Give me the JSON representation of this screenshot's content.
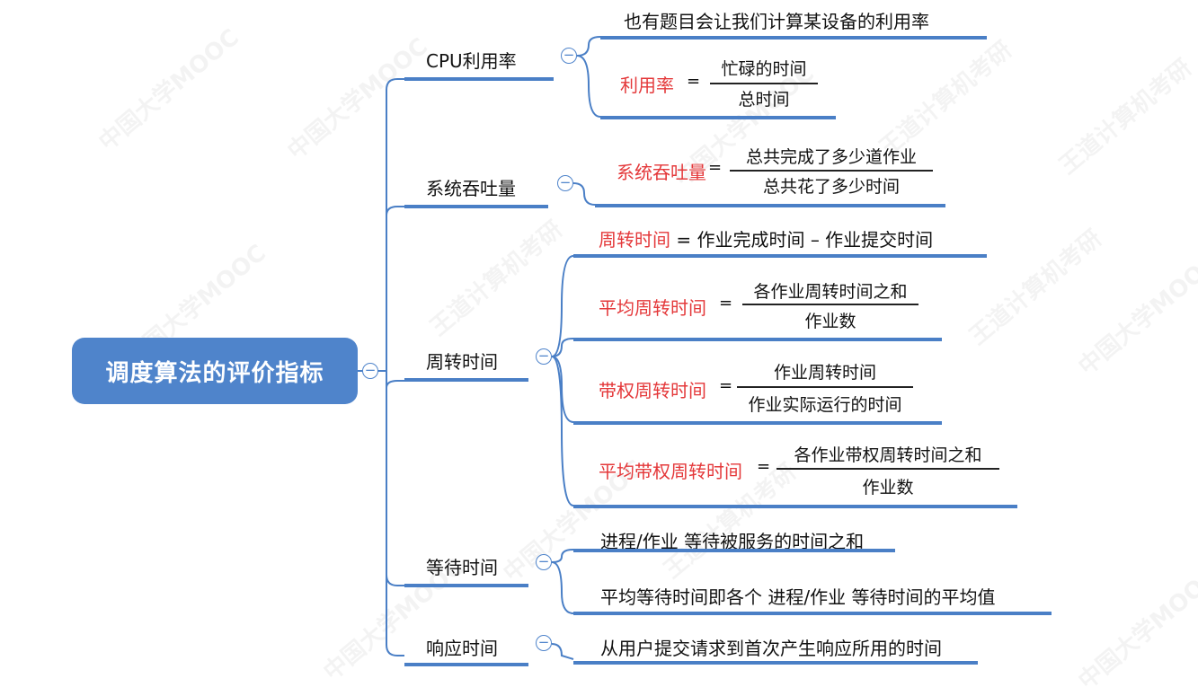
{
  "root": {
    "label": "调度算法的评价指标"
  },
  "branches": {
    "cpu": {
      "label": "CPU利用率",
      "note": "也有题目会让我们计算某设备的利用率",
      "formula": {
        "lhs": "利用率",
        "eq": "=",
        "num": "忙碌的时间",
        "den": "总时间"
      }
    },
    "throughput": {
      "label": "系统吞吐量",
      "formula": {
        "lhs": "系统吞吐量",
        "eq": "=",
        "num": "总共完成了多少道作业",
        "den": "总共花了多少时间"
      }
    },
    "turnaround": {
      "label": "周转时间",
      "def": {
        "lhs": "周转时间",
        "rhs": " = 作业完成时间 – 作业提交时间"
      },
      "avg": {
        "lhs": "平均周转时间",
        "eq": "=",
        "num": "各作业周转时间之和",
        "den": "作业数"
      },
      "weighted": {
        "lhs": "带权周转时间",
        "eq": "=",
        "num": "作业周转时间",
        "den": "作业实际运行的时间"
      },
      "avg_weighted": {
        "lhs": "平均带权周转时间",
        "eq": "=",
        "num": "各作业带权周转时间之和",
        "den": "作业数"
      }
    },
    "waiting": {
      "label": "等待时间",
      "line1": "进程/作业 等待被服务的时间之和",
      "line2": "平均等待时间即各个 进程/作业 等待时间的平均值"
    },
    "response": {
      "label": "响应时间",
      "line1": "从用户提交请求到首次产生响应所用的时间"
    }
  },
  "collapse_symbol": "−",
  "watermarks": [
    "中国大学MOOC",
    "王道计算机考研"
  ],
  "colors": {
    "accent": "#4f84cb",
    "highlight": "#e4383a"
  }
}
